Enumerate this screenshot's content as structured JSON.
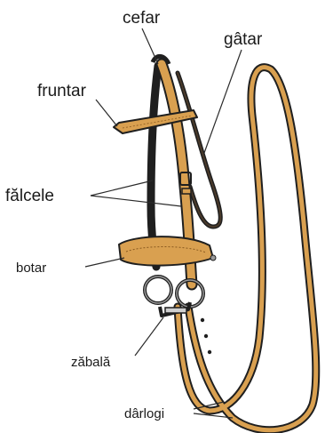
{
  "diagram": {
    "labels": {
      "cefar": "cefar",
      "gatar": "gâtar",
      "fruntar": "fruntar",
      "falcele": "fălcele",
      "botar": "botar",
      "zabala": "zăbală",
      "darlogi": "dârlogi"
    },
    "colors": {
      "background": "#ffffff",
      "leather_tan": "#d9a050",
      "leather_dark": "#1f1f1f",
      "leader_line": "#2a2a2a",
      "metal": "#9a9a9a"
    }
  }
}
